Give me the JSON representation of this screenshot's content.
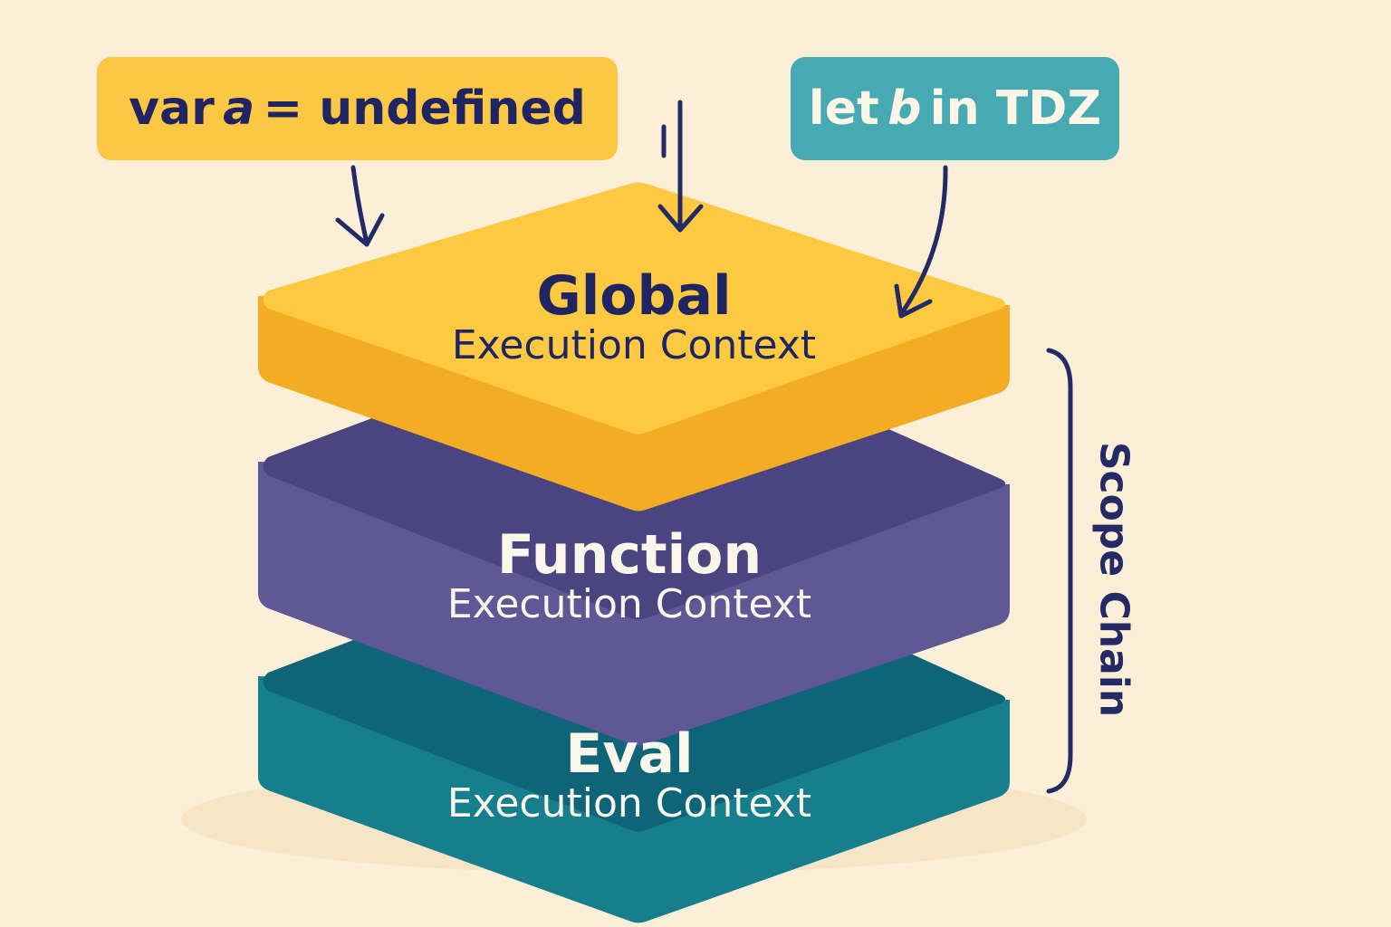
{
  "colors": {
    "background": "#fcefd8",
    "global_top": "#fdc940",
    "global_side": "#f5ac25",
    "function_top": "#4a4580",
    "function_side": "#5f5796",
    "eval_top": "#0e6478",
    "eval_side": "#167f8e",
    "var_chip": "#fcc844",
    "let_chip": "#47aab2",
    "navy": "#1f2563"
  },
  "chips": {
    "var": {
      "prefix": "var",
      "name": "a",
      "suffix": "= undefined"
    },
    "let": {
      "prefix": "let",
      "name": "b",
      "suffix": "in TDZ"
    }
  },
  "layers": {
    "global": {
      "title": "Global",
      "subtitle": "Execution Context"
    },
    "function": {
      "title": "Function",
      "subtitle": "Execution Context"
    },
    "eval": {
      "title": "Eval",
      "subtitle": "Execution Context"
    }
  },
  "scope_chain": {
    "label": "Scope Chain"
  },
  "icons": [
    "down-arrow-icon",
    "tick-mark-icon",
    "curved-arrow-icon",
    "bracket-icon"
  ]
}
